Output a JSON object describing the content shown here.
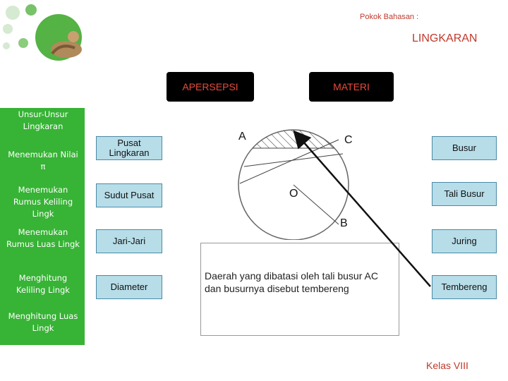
{
  "header": {
    "subject_label": "Pokok Bahasan :",
    "topic_title": "LINGKARAN"
  },
  "nav": {
    "apersepsi_label": "APERSEPSI",
    "materi_label": "MATERI"
  },
  "sidebar": {
    "items": [
      {
        "label": "Unsur-Unsur Lingkaran"
      },
      {
        "label": "Menemukan Nilai π"
      },
      {
        "label": "Menemukan Rumus Keliling Lingk"
      },
      {
        "label": "Menemukan Rumus Luas Lingk"
      },
      {
        "label": "Menghitung Keliling Lingk"
      },
      {
        "label": "Menghitung Luas Lingk"
      }
    ]
  },
  "terms_left": [
    {
      "label": "Pusat Lingkaran"
    },
    {
      "label": "Sudut Pusat"
    },
    {
      "label": "Jari-Jari"
    },
    {
      "label": "Diameter"
    }
  ],
  "terms_right": [
    {
      "label": "Busur"
    },
    {
      "label": "Tali Busur"
    },
    {
      "label": "Juring"
    },
    {
      "label": "Tembereng"
    }
  ],
  "diagram": {
    "point_a": "A",
    "point_b": "B",
    "point_c": "C",
    "point_o": "O"
  },
  "definition": {
    "text": "Daerah yang dibatasi oleh tali busur AC dan busurnya disebut tembereng"
  },
  "footer": {
    "class_label": "Kelas VIII"
  },
  "colors": {
    "panel_green": "#37b335",
    "term_fill": "#b7dde8",
    "title_red": "#c0392b"
  }
}
